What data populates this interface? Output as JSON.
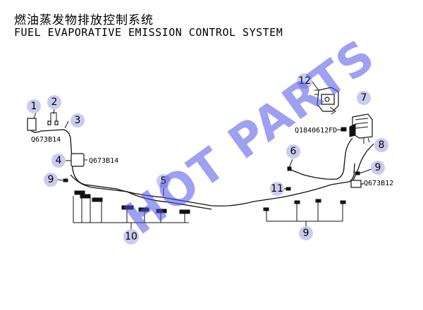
{
  "title": {
    "cn": "燃油蒸发物排放控制系统",
    "en": "FUEL EVAPORATIVE EMISSION CONTROL SYSTEM"
  },
  "watermark": "HOT PARTS",
  "callouts": {
    "c1": "1",
    "c2": "2",
    "c3": "3",
    "c4": "4",
    "c5": "5",
    "c6": "6",
    "c7": "7",
    "c8": "8",
    "c9a": "9",
    "c9b": "9",
    "c9c": "9",
    "c10": "10",
    "c11": "11",
    "c12": "12"
  },
  "part_codes": {
    "q673b14_a": "Q673B14",
    "q673b14_b": "Q673B14",
    "q673b12": "Q673B12",
    "q1840612fd": "Q1840612FD"
  },
  "colors": {
    "callout_fill": "#c9cbef",
    "watermark": "#4f52e6"
  }
}
